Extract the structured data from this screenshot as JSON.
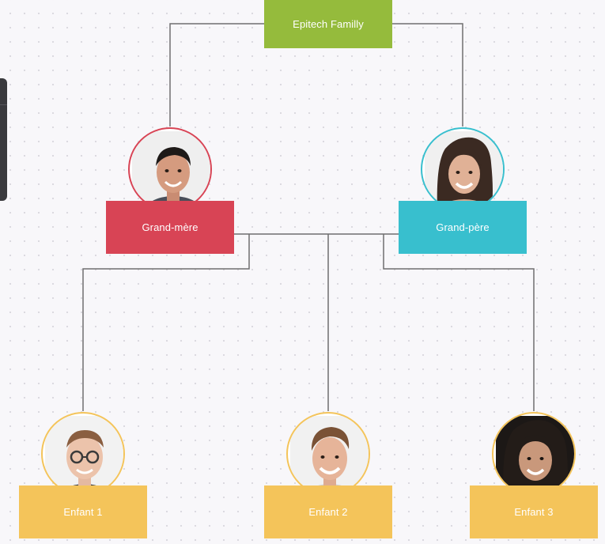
{
  "tree": {
    "root": {
      "label": "Epitech Familly",
      "color": "#95bb3c"
    },
    "parents": [
      {
        "label": "Grand-mère",
        "color": "#d84455",
        "avatar": "man-short-dark-hair-portrait"
      },
      {
        "label": "Grand-père",
        "color": "#38bfce",
        "avatar": "woman-long-dark-hair-portrait"
      }
    ],
    "children": [
      {
        "label": "Enfant 1",
        "color": "#f4c45a",
        "avatar": "man-with-glasses-portrait"
      },
      {
        "label": "Enfant 2",
        "color": "#f4c45a",
        "avatar": "young-man-smiling-portrait"
      },
      {
        "label": "Enfant 3",
        "color": "#f4c45a",
        "avatar": "long-haired-person-portrait"
      }
    ]
  },
  "colors": {
    "connector": "#6f6f6f",
    "canvas_background": "#f8f7fa",
    "side_panel": "#3a3a3e"
  }
}
